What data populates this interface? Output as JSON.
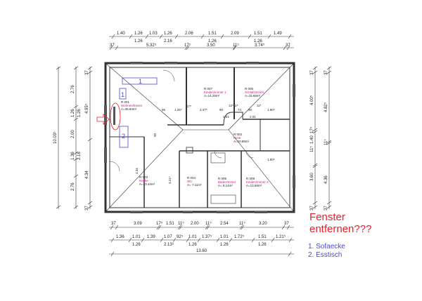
{
  "colors": {
    "wall": "#333333",
    "annotation_red": "#e8202a",
    "annotation_blue": "#4a4ad0",
    "room_name": "#c0208a"
  },
  "top_dims": {
    "row1": [
      "1.40",
      "1.26",
      "1.03",
      "1.26",
      "2.06",
      "1.51",
      "2.09",
      "1.51",
      "1.49"
    ],
    "row1_sub": [
      "1.26",
      "2.16",
      "1.26",
      "1.26"
    ],
    "row2": [
      "37",
      "5.32⁵",
      "17⁵",
      "3.50",
      "11⁵",
      "3.74⁵",
      "37"
    ]
  },
  "bottom_dims": {
    "row1": [
      "37",
      "3.09",
      "17⁵",
      "1.51",
      "11⁵",
      "2.00",
      "11⁵",
      "2.54",
      "11⁵",
      "3.20",
      "37"
    ],
    "row2": [
      "1.36",
      "1.01",
      "1.39",
      "1.07",
      "92⁵",
      "1.01",
      "1.37⁵",
      "1.01",
      "1.72⁵",
      "1.51",
      "1.21⁵"
    ],
    "row2_sub": [
      "1.26",
      "2.13⁵",
      "1.26",
      "1.26",
      "1.26"
    ],
    "total": "13.60"
  },
  "left_dims": {
    "total": "10.03⁵",
    "row": [
      "2.76",
      "1.26",
      "2.00",
      "1.36",
      "2.76"
    ],
    "row_sub": [
      "1.26",
      "2.16"
    ],
    "inner": [
      "37",
      "4.95⁵",
      "4.34",
      "37"
    ]
  },
  "right_dims": {
    "row1": [
      "37",
      "4.00⁵",
      "17⁵",
      "1.40",
      "11⁵",
      "3.60",
      "37"
    ],
    "row2": [
      "37",
      "4.82⁵",
      "11⁵",
      "4.36",
      "37"
    ]
  },
  "rooms": [
    {
      "id": "R 001",
      "name": "Wohnen/Essen",
      "area": "A=35.84m²"
    },
    {
      "id": "R 007",
      "name": "Kinderzimmer 1",
      "area": "A=14.25m²"
    },
    {
      "id": "R 006",
      "name": "Schlafzimmer",
      "area": "A=15.68m²"
    },
    {
      "id": "R 002",
      "name": "Diele",
      "area": "A=10.88m²"
    },
    {
      "id": "R 003",
      "name": "Küche",
      "area": "A=13.42m²"
    },
    {
      "id": "R 004",
      "name": "WC",
      "area": "A= 7.11m²"
    },
    {
      "id": "R 005",
      "name": "Badezimmer",
      "area": "A= 8.14m²"
    },
    {
      "id": "R 008",
      "name": "Kinderzimmer 2",
      "area": "A=13.68m²"
    }
  ],
  "inner_dims": [
    "95",
    "1.26⁵",
    "17⁵",
    "2.47⁵",
    "90",
    "12⁵",
    "11⁵",
    "74",
    "90",
    "11⁵",
    "1.90⁵",
    "2.01",
    "2.01",
    "90",
    "3.21⁵",
    "4.34",
    "1.90⁵"
  ],
  "markers": [
    "1",
    "1",
    "2"
  ],
  "note": {
    "line1": "Fenster",
    "line2": "entfernen???"
  },
  "legend": [
    "1. Sofaecke",
    "2. Esstisch"
  ]
}
